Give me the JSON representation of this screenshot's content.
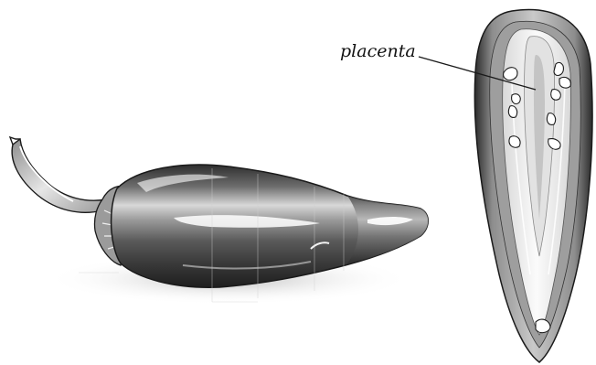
{
  "diagram": {
    "labels": {
      "placenta": "placenta"
    },
    "illustrations": [
      {
        "name": "whole-pepper",
        "description_icon": "jalapeno-pepper-side-view"
      },
      {
        "name": "cross-section",
        "description_icon": "pepper-longitudinal-section"
      }
    ],
    "colors": {
      "background": "#ffffff",
      "outline": "#1a1a1a",
      "skin_dark": "#3a3a3a",
      "skin_mid": "#8a8a8a",
      "skin_light": "#e8e8e8",
      "flesh": "#f4f4f4"
    }
  }
}
